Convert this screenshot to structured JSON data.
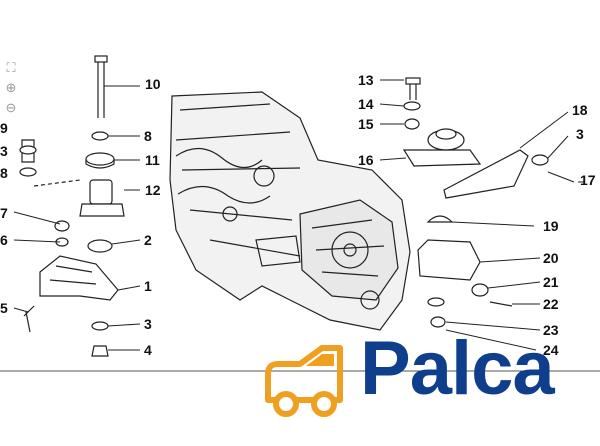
{
  "viewer": {
    "tools": [
      {
        "name": "fit-icon",
        "glyph": "⛶"
      },
      {
        "name": "zoom-in-icon",
        "glyph": "⊕"
      },
      {
        "name": "zoom-out-icon",
        "glyph": "⊖"
      }
    ]
  },
  "callouts": [
    {
      "id": "c10",
      "label": "10"
    },
    {
      "id": "c8a",
      "label": "8"
    },
    {
      "id": "c11",
      "label": "11"
    },
    {
      "id": "c12",
      "label": "12"
    },
    {
      "id": "c2",
      "label": "2"
    },
    {
      "id": "c1",
      "label": "1"
    },
    {
      "id": "c3a",
      "label": "3"
    },
    {
      "id": "c4",
      "label": "4"
    },
    {
      "id": "c9",
      "label": "9"
    },
    {
      "id": "c3b",
      "label": "3"
    },
    {
      "id": "c8b",
      "label": "8"
    },
    {
      "id": "c7",
      "label": "7"
    },
    {
      "id": "c6",
      "label": "6"
    },
    {
      "id": "c5",
      "label": "5"
    },
    {
      "id": "c13",
      "label": "13"
    },
    {
      "id": "c14",
      "label": "14"
    },
    {
      "id": "c15",
      "label": "15"
    },
    {
      "id": "c16",
      "label": "16"
    },
    {
      "id": "c18",
      "label": "18"
    },
    {
      "id": "c3c",
      "label": "3"
    },
    {
      "id": "c17",
      "label": "17"
    },
    {
      "id": "c19",
      "label": "19"
    },
    {
      "id": "c20",
      "label": "20"
    },
    {
      "id": "c21",
      "label": "21"
    },
    {
      "id": "c22",
      "label": "22"
    },
    {
      "id": "c23",
      "label": "23"
    },
    {
      "id": "c24",
      "label": "24"
    }
  ],
  "logo": {
    "text": "Palca",
    "text_color": "#0f3e8c",
    "car_color": "#f0a020"
  }
}
